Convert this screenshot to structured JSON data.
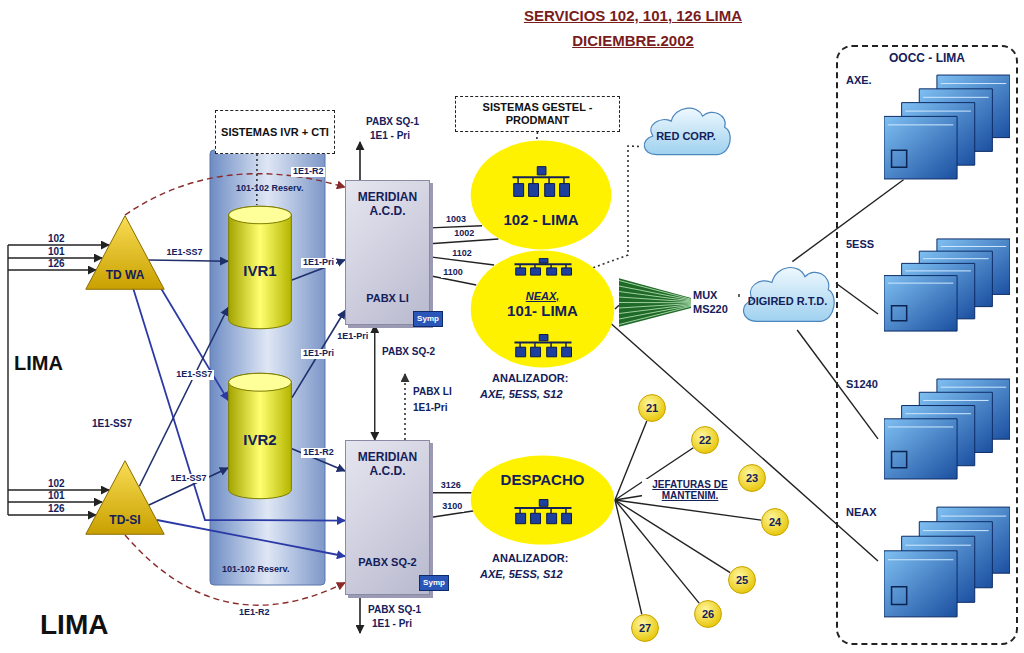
{
  "diagram": {
    "title": "SERVICIOS 102, 101, 126 LIMA",
    "nodes": [
      {
        "text": [
          "TD WA"
        ]
      },
      {
        "text": [
          "TD-SI"
        ]
      },
      {
        "text": [
          "SISTEMAS IVR + CTI"
        ]
      },
      {
        "text": [
          "IVR1"
        ]
      },
      {
        "text": [
          "IVR2"
        ]
      },
      {
        "text": [
          "MERIDIAN A.C.D.",
          "PABX LI"
        ]
      },
      {
        "text": [
          "Symp"
        ],
        "in": 5
      },
      {
        "text": [
          "MERIDIAN A.C.D.",
          "PABX SQ-2"
        ]
      },
      {
        "text": [
          "Symp"
        ],
        "in": 7
      },
      {
        "text": [
          "SISTEMAS GESTEL - PRODMANT"
        ]
      },
      {
        "text": [
          "102 - LIMA"
        ]
      },
      {
        "text": [
          "NEAX,",
          "101- LIMA"
        ]
      },
      {
        "text": [
          "DESPACHO"
        ]
      },
      {
        "text": [
          "RED CORP."
        ]
      },
      {
        "text": [
          "MUX MS220"
        ]
      },
      {
        "text": [
          "DIGIRED R.T.D."
        ]
      },
      {
        "text": [
          "OOCC - LIMA"
        ]
      },
      {
        "text": [
          "AXE."
        ],
        "in": 16
      },
      {
        "text": [
          "5ESS"
        ],
        "in": 16
      },
      {
        "text": [
          "S1240"
        ],
        "in": 16
      },
      {
        "text": [
          "NEAX"
        ],
        "in": 16
      },
      {
        "text": [
          "21"
        ]
      },
      {
        "text": [
          "22"
        ]
      },
      {
        "text": [
          "23"
        ]
      },
      {
        "text": [
          "24"
        ]
      },
      {
        "text": [
          "25"
        ]
      },
      {
        "text": [
          "26"
        ]
      },
      {
        "text": [
          "27"
        ]
      }
    ],
    "edges": [
      {
        "from": 0,
        "to": 3,
        "label": "1E1-SS7",
        "arrow": "to"
      },
      {
        "from": 0,
        "to": 4,
        "arrow": "to"
      },
      {
        "from": 0,
        "to": 7,
        "arrow": "to"
      },
      {
        "from": 1,
        "to": 3,
        "label": "1E1-SS7",
        "arrow": "to"
      },
      {
        "from": 1,
        "to": 4,
        "label": "1E1-SS7",
        "arrow": "to"
      },
      {
        "from": 1,
        "to": 7,
        "arrow": "to"
      },
      {
        "from": 0,
        "to": 5,
        "label": "1E1-R2",
        "arrow": "to"
      },
      {
        "from": 1,
        "to": 7,
        "label": "1E1-R2",
        "arrow": "to"
      },
      {
        "from": 3,
        "to": 5,
        "label": "1E1-Pri",
        "arrow": "to"
      },
      {
        "from": 4,
        "to": 5,
        "label": "1E1-Pri",
        "arrow": "to"
      },
      {
        "from": 4,
        "to": 7,
        "label": "1E1-R2",
        "arrow": "to"
      },
      {
        "from": 5,
        "to": 7,
        "label": "1E1-Pri",
        "arrow": "both"
      },
      {
        "from": 5,
        "to": 10,
        "label": "1003",
        "arrow": "none"
      },
      {
        "from": 5,
        "to": 10,
        "label": "1002",
        "arrow": "none"
      },
      {
        "from": 5,
        "to": 11,
        "label": "1102",
        "arrow": "none"
      },
      {
        "from": 5,
        "to": 11,
        "label": "1100",
        "arrow": "none"
      },
      {
        "from": 7,
        "to": 12,
        "label": "3126",
        "arrow": "none"
      },
      {
        "from": 7,
        "to": 12,
        "label": "3100",
        "arrow": "none"
      },
      {
        "from": 2,
        "to": 3,
        "arrow": "none"
      },
      {
        "from": 9,
        "to": 10,
        "arrow": "none"
      },
      {
        "from": 11,
        "to": 13,
        "arrow": "none"
      },
      {
        "from": 11,
        "to": 14,
        "arrow": "none"
      },
      {
        "from": 14,
        "to": 15,
        "arrow": "none"
      },
      {
        "from": 15,
        "to": 17,
        "arrow": "none"
      },
      {
        "from": 15,
        "to": 18,
        "arrow": "none"
      },
      {
        "from": 15,
        "to": 19,
        "arrow": "none"
      },
      {
        "from": 11,
        "to": 20,
        "arrow": "none"
      },
      {
        "from": 12,
        "to": 21,
        "arrow": "none"
      },
      {
        "from": 12,
        "to": 22,
        "arrow": "none"
      },
      {
        "from": 12,
        "to": 23,
        "arrow": "none"
      },
      {
        "from": 12,
        "to": 24,
        "arrow": "none"
      },
      {
        "from": 12,
        "to": 25,
        "arrow": "none"
      },
      {
        "from": 12,
        "to": 26,
        "arrow": "none"
      },
      {
        "from": 12,
        "to": 27,
        "arrow": "none"
      }
    ],
    "labels": [
      "DICIEMBRE.2002",
      "LIMA",
      "102",
      "101",
      "126",
      "102",
      "101",
      "126",
      "1E1-SS7",
      "101-102 Reserv.",
      "101-102 Reserv.",
      "PABX SQ-1",
      "1E1 - Pri",
      "PABX SQ-2",
      "PABX LI",
      "1E1-Pri",
      "ANALIZADOR:",
      "AXE, 5ESS, S12",
      "ANALIZADOR:",
      "AXE, 5ESS, S12",
      "JEFATURAS DE MANTENIM.",
      "PABX SQ-1",
      "1E1 - Pri",
      "LIMA"
    ]
  }
}
